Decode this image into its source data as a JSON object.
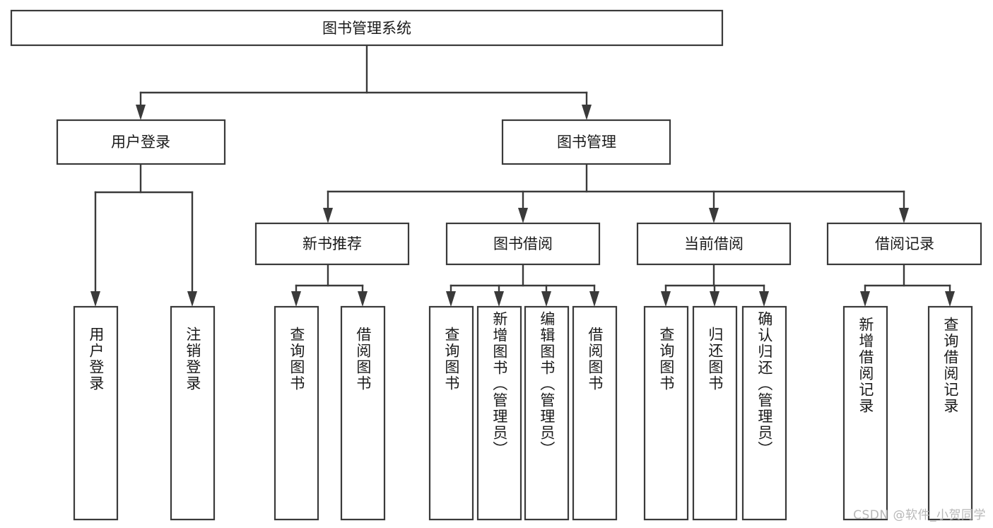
{
  "diagram": {
    "type": "tree-hierarchy",
    "title": "图书管理系统",
    "watermark": "CSDN @软件_小贺同学",
    "colors": {
      "stroke": "#3a3a3a",
      "fill": "#ffffff",
      "text": "#1a1a1a",
      "watermark": "#b8b8b8"
    },
    "root": {
      "id": "root",
      "label": "图书管理系统"
    },
    "level2": [
      {
        "id": "user-login",
        "label": "用户登录"
      },
      {
        "id": "book-management",
        "label": "图书管理"
      }
    ],
    "level3": [
      {
        "id": "new-book-recommend",
        "label": "新书推荐",
        "parent": "book-management"
      },
      {
        "id": "book-borrow",
        "label": "图书借阅",
        "parent": "book-management"
      },
      {
        "id": "current-borrow",
        "label": "当前借阅",
        "parent": "book-management"
      },
      {
        "id": "borrow-record",
        "label": "借阅记录",
        "parent": "book-management"
      }
    ],
    "leaves": {
      "user-login": [
        {
          "id": "leaf-user-login",
          "label": "用户登录"
        },
        {
          "id": "leaf-logout",
          "label": "注销登录"
        }
      ],
      "new-book-recommend": [
        {
          "id": "leaf-query-book-1",
          "label": "查询图书"
        },
        {
          "id": "leaf-borrow-book-1",
          "label": "借阅图书"
        }
      ],
      "book-borrow": [
        {
          "id": "leaf-query-book-2",
          "label": "查询图书"
        },
        {
          "id": "leaf-add-book",
          "label": "新增图书（管理员）"
        },
        {
          "id": "leaf-edit-book",
          "label": "编辑图书（管理员）"
        },
        {
          "id": "leaf-borrow-book-2",
          "label": "借阅图书"
        }
      ],
      "current-borrow": [
        {
          "id": "leaf-query-book-3",
          "label": "查询图书"
        },
        {
          "id": "leaf-return-book",
          "label": "归还图书"
        },
        {
          "id": "leaf-confirm-return",
          "label": "确认归还（管理员）"
        }
      ],
      "borrow-record": [
        {
          "id": "leaf-add-record",
          "label": "新增借阅记录"
        },
        {
          "id": "leaf-query-record",
          "label": "查询借阅记录"
        }
      ]
    }
  }
}
